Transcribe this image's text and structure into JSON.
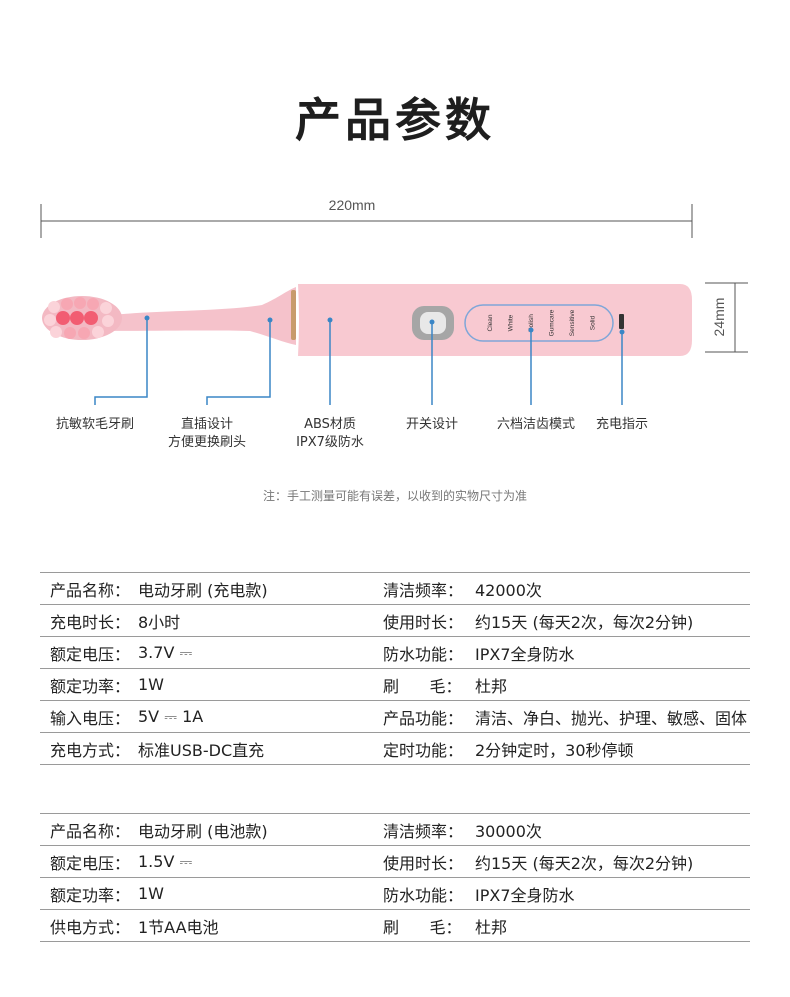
{
  "page": {
    "title": "产品参数"
  },
  "diagram": {
    "length_label": "220mm",
    "diameter_label": "24mm",
    "handle_mode_labels": [
      "Clean",
      "White",
      "Polish",
      "Gumcare",
      "Sensitive",
      "Solid"
    ],
    "callouts": [
      {
        "id": "bristles",
        "lines": [
          "抗敏软毛牙刷"
        ]
      },
      {
        "id": "head",
        "lines": [
          "直插设计",
          "方便更换刷头"
        ]
      },
      {
        "id": "material",
        "lines": [
          "ABS材质",
          "IPX7级防水"
        ]
      },
      {
        "id": "switch",
        "lines": [
          "开关设计"
        ]
      },
      {
        "id": "modes",
        "lines": [
          "六档洁齿模式"
        ]
      },
      {
        "id": "indicator",
        "lines": [
          "充电指示"
        ]
      }
    ],
    "note": "注：手工测量可能有误差，以收到的实物尺寸为准",
    "colors": {
      "body": "#f7c7cf",
      "accent": "#c89b6c",
      "line": "#3a86c6",
      "bristle": "#f25d72"
    }
  },
  "spec_tables": [
    {
      "rows": [
        {
          "k1": "产品名称：",
          "v1": "电动牙刷 (充电款)",
          "k2": "清洁频率：",
          "v2": "42000次"
        },
        {
          "k1": "充电时长：",
          "v1": "8小时",
          "k2": "使用时长：",
          "v2": "约15天 (每天2次，每次2分钟)"
        },
        {
          "k1": "额定电压：",
          "v1": "3.7V ⎓",
          "k2": "防水功能：",
          "v2": "IPX7全身防水"
        },
        {
          "k1": "额定功率：",
          "v1": "1W",
          "k2": "刷      毛：",
          "v2": "杜邦"
        },
        {
          "k1": "输入电压：",
          "v1": "5V ⎓ 1A",
          "k2": "产品功能：",
          "v2": "清洁、净白、抛光、护理、敏感、固体"
        },
        {
          "k1": "充电方式：",
          "v1": "标准USB-DC直充",
          "k2": "定时功能：",
          "v2": "2分钟定时，30秒停顿"
        }
      ]
    },
    {
      "rows": [
        {
          "k1": "产品名称：",
          "v1": "电动牙刷 (电池款)",
          "k2": "清洁频率：",
          "v2": "30000次"
        },
        {
          "k1": "额定电压：",
          "v1": "1.5V ⎓",
          "k2": "使用时长：",
          "v2": "约15天 (每天2次，每次2分钟)"
        },
        {
          "k1": "额定功率：",
          "v1": "1W",
          "k2": "防水功能：",
          "v2": "IPX7全身防水"
        },
        {
          "k1": "供电方式：",
          "v1": "1节AA电池",
          "k2": "刷      毛：",
          "v2": "杜邦"
        }
      ]
    }
  ]
}
